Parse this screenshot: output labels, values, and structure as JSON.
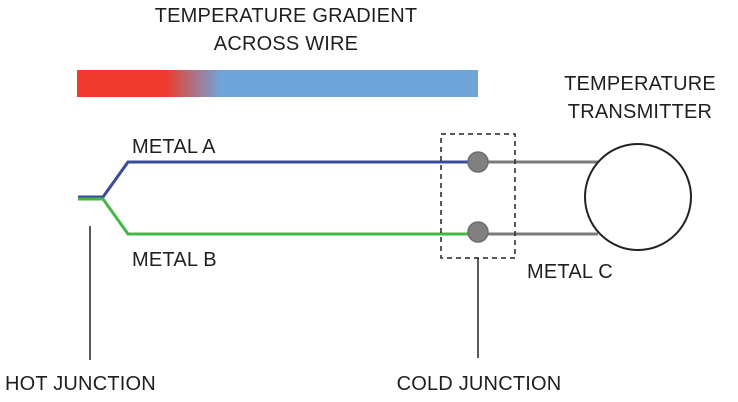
{
  "gradient_title": {
    "line1": "TEMPERATURE GRADIENT",
    "line2": "ACROSS WIRE"
  },
  "transmitter": {
    "line1": "TEMPERATURE",
    "line2": "TRANSMITTER"
  },
  "labels": {
    "metal_a": "METAL A",
    "metal_b": "METAL B",
    "metal_c": "METAL C",
    "hot_junction": "HOT JUNCTION",
    "cold_junction": "COLD JUNCTION"
  },
  "colors": {
    "gradient_hot": "#ee3b2c",
    "gradient_cold": "#6fa5d9",
    "metal_a": "#3c4a9b",
    "metal_b": "#46b649",
    "metal_c": "#7a7a7a",
    "terminal": "#808080",
    "outline": "#222222"
  }
}
